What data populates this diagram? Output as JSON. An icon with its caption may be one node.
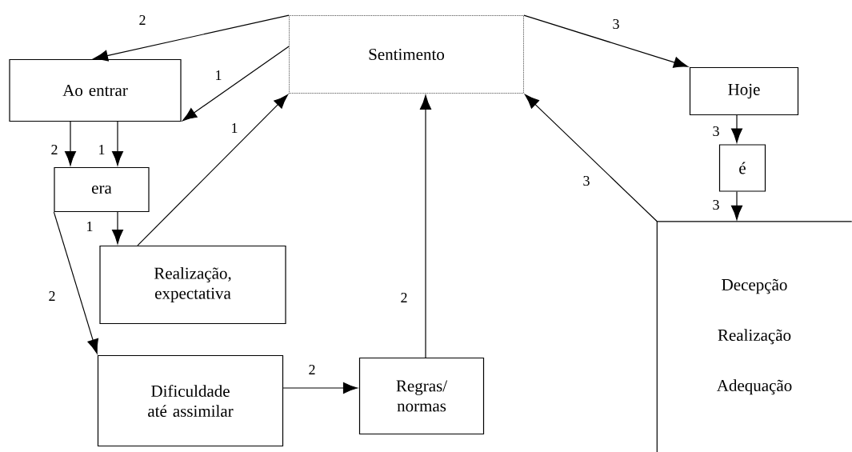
{
  "diagram": {
    "nodes": [
      {
        "text": [
          "Sentimento"
        ]
      },
      {
        "text": [
          "Ao entrar"
        ]
      },
      {
        "text": [
          "era"
        ]
      },
      {
        "text": [
          "Realização, expectativa"
        ]
      },
      {
        "text": [
          "Dificuldade até assimilar"
        ]
      },
      {
        "text": [
          "Regras/ normas"
        ]
      },
      {
        "text": [
          "Hoje"
        ]
      },
      {
        "text": [
          "é"
        ]
      },
      {
        "text": [
          "Decepção",
          "Realização",
          "Adequação"
        ]
      }
    ],
    "edges": [
      {
        "from": 0,
        "to": 1,
        "arrow": "to",
        "label": "2"
      },
      {
        "from": 0,
        "to": 1,
        "arrow": "to",
        "label": "1"
      },
      {
        "from": 1,
        "to": 2,
        "arrow": "to",
        "label": "2"
      },
      {
        "from": 1,
        "to": 2,
        "arrow": "to",
        "label": "1"
      },
      {
        "from": 2,
        "to": 3,
        "arrow": "to",
        "label": "1"
      },
      {
        "from": 3,
        "to": 0,
        "arrow": "to",
        "label": "1"
      },
      {
        "from": 2,
        "to": 4,
        "arrow": "to",
        "label": "2"
      },
      {
        "from": 4,
        "to": 5,
        "arrow": "to",
        "label": "2"
      },
      {
        "from": 5,
        "to": 0,
        "arrow": "to",
        "label": "2"
      },
      {
        "from": 0,
        "to": 6,
        "arrow": "to",
        "label": "3"
      },
      {
        "from": 6,
        "to": 7,
        "arrow": "to",
        "label": "3"
      },
      {
        "from": 7,
        "to": 8,
        "arrow": "to",
        "label": "3"
      },
      {
        "from": 8,
        "to": 0,
        "arrow": "to",
        "label": "3"
      }
    ]
  }
}
